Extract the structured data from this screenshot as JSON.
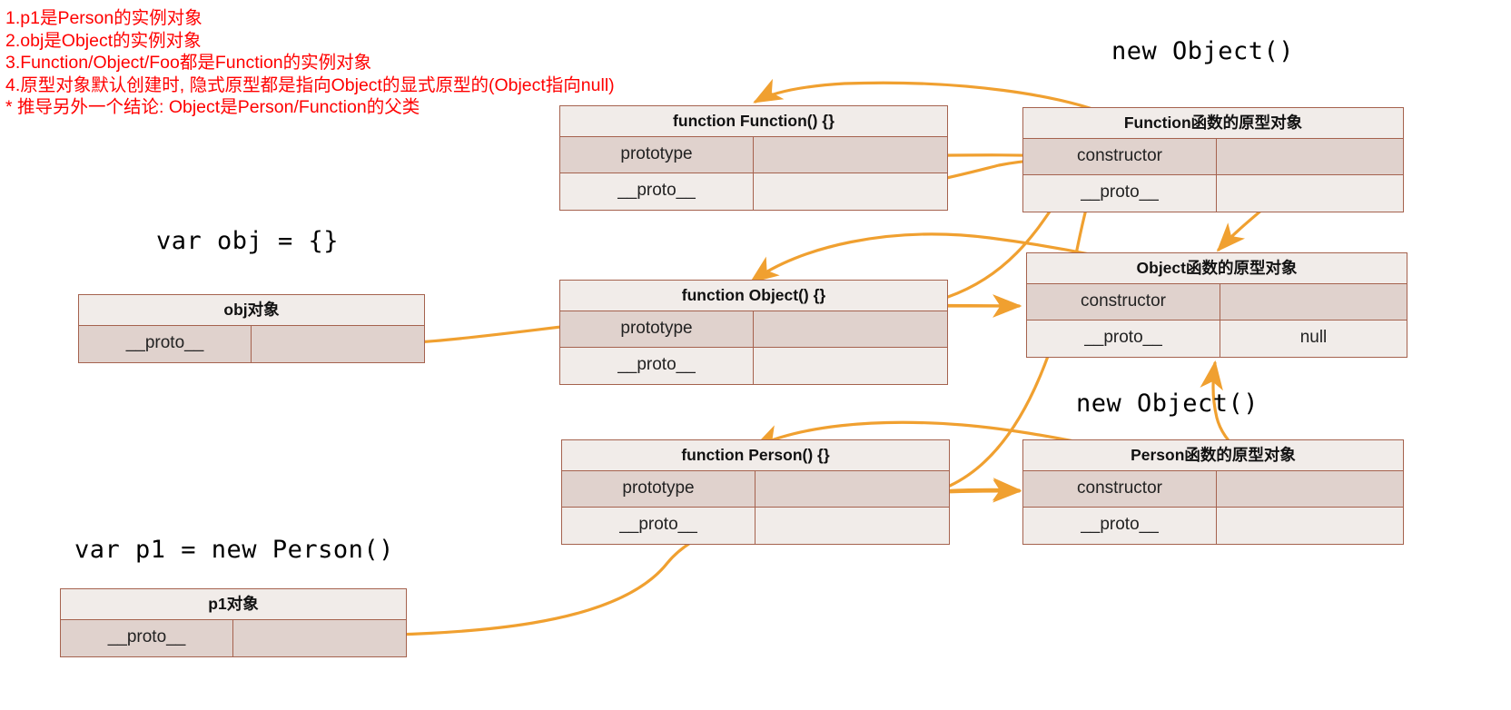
{
  "notes": {
    "color": "#ff0000",
    "lines": [
      "1.p1是Person的实例对象",
      "2.obj是Object的实例对象",
      "3.Function/Object/Foo都是Function的实例对象",
      "4.原型对象默认创建时, 隐式原型都是指向Object的显式原型的(Object指向null)",
      "* 推导另外一个结论: Object是Person/Function的父类"
    ]
  },
  "captions": {
    "new_object_top": "new Object()",
    "var_obj": "var obj = {}",
    "new_object_mid": "new Object()",
    "var_p1": "var p1 = new Person()"
  },
  "boxes": {
    "obj": {
      "title": "obj对象",
      "rows": [
        {
          "key": "__proto__",
          "value": ""
        }
      ]
    },
    "p1": {
      "title": "p1对象",
      "rows": [
        {
          "key": "__proto__",
          "value": ""
        }
      ]
    },
    "function_fn": {
      "title": "function Function() {}",
      "rows": [
        {
          "key": "prototype",
          "value": ""
        },
        {
          "key": "__proto__",
          "value": ""
        }
      ]
    },
    "object_fn": {
      "title": "function Object() {}",
      "rows": [
        {
          "key": "prototype",
          "value": ""
        },
        {
          "key": "__proto__",
          "value": ""
        }
      ]
    },
    "person_fn": {
      "title": "function Person() {}",
      "rows": [
        {
          "key": "prototype",
          "value": ""
        },
        {
          "key": "__proto__",
          "value": ""
        }
      ]
    },
    "function_proto": {
      "title": "Function函数的原型对象",
      "rows": [
        {
          "key": "constructor",
          "value": ""
        },
        {
          "key": "__proto__",
          "value": ""
        }
      ]
    },
    "object_proto": {
      "title": "Object函数的原型对象",
      "rows": [
        {
          "key": "constructor",
          "value": ""
        },
        {
          "key": "__proto__",
          "value": "null"
        }
      ]
    },
    "person_proto": {
      "title": "Person函数的原型对象",
      "rows": [
        {
          "key": "constructor",
          "value": ""
        },
        {
          "key": "__proto__",
          "value": ""
        }
      ]
    }
  },
  "theme": {
    "arrow_color": "#f0a030",
    "box_border": "#a5624e",
    "box_header_bg": "#f1ece9",
    "box_row_shade": "#e0d2cd",
    "note_color": "#ff0000"
  }
}
